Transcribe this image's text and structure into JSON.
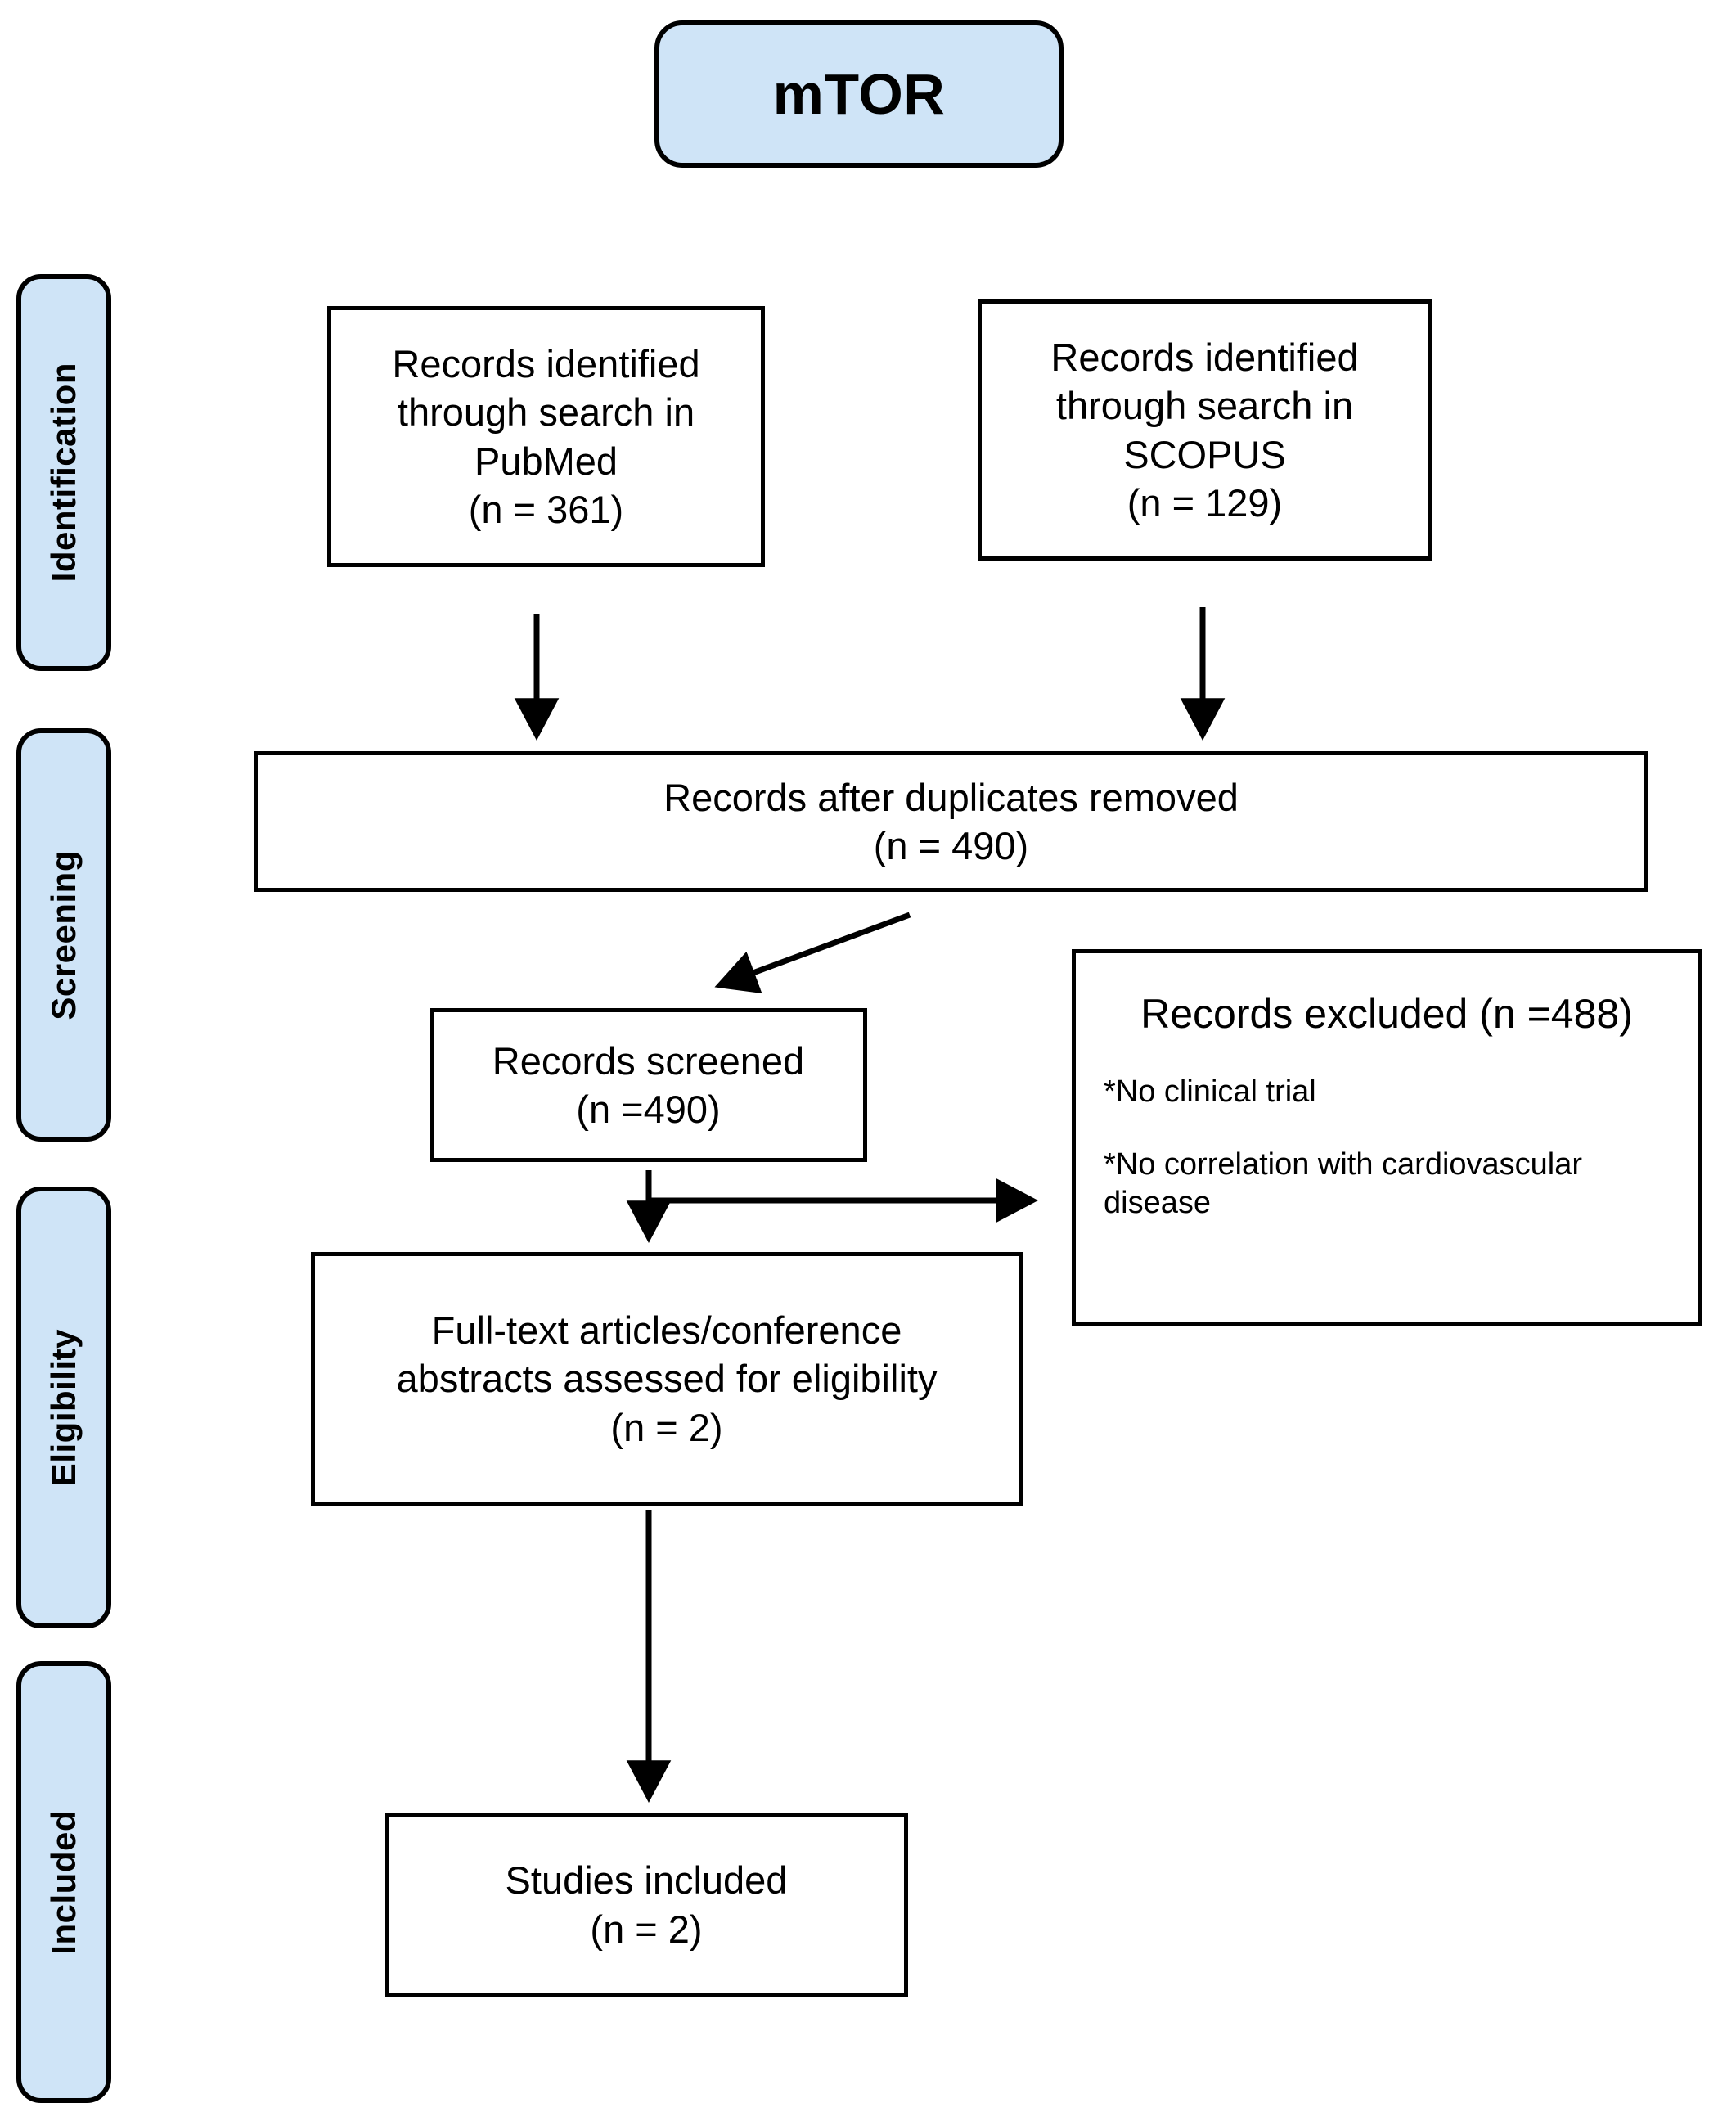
{
  "title": {
    "label": "mTOR"
  },
  "stages": [
    {
      "name": "identification",
      "label": "Identification"
    },
    {
      "name": "screening",
      "label": "Screening"
    },
    {
      "name": "eligibility",
      "label": "Eligibility"
    },
    {
      "name": "included",
      "label": "Included"
    }
  ],
  "boxes": {
    "pubmed": {
      "text": "Records identified\nthrough search in\nPubMed\n(n =  361)"
    },
    "scopus": {
      "text": "Records identified\nthrough search in\nSCOPUS\n(n =  129)"
    },
    "duplicates": {
      "text": "Records after duplicates removed\n(n = 490)"
    },
    "screened": {
      "text": "Records screened\n(n =490)"
    },
    "excluded": {
      "title": "Records excluded (n =488)",
      "items": [
        "*No clinical trial",
        "*No correlation with cardiovascular disease"
      ]
    },
    "fulltext": {
      "text": "Full-text articles/conference\nabstracts assessed for eligibility\n(n = 2)"
    },
    "studies": {
      "text": "Studies included\n(n = 2)"
    }
  },
  "colors": {
    "stage_fill": "#cfe4f7",
    "border": "#000000",
    "box_fill": "#ffffff"
  },
  "chart_data": {
    "type": "diagram",
    "title": "mTOR",
    "diagram_kind": "PRISMA flow diagram",
    "stages": [
      "Identification",
      "Screening",
      "Eligibility",
      "Included"
    ],
    "nodes": [
      {
        "id": "pubmed",
        "stage": "Identification",
        "label": "Records identified through search in PubMed",
        "n": 361
      },
      {
        "id": "scopus",
        "stage": "Identification",
        "label": "Records identified through search in SCOPUS",
        "n": 129
      },
      {
        "id": "duplicates",
        "stage": "Screening",
        "label": "Records after duplicates removed",
        "n": 490
      },
      {
        "id": "screened",
        "stage": "Screening",
        "label": "Records screened",
        "n": 490
      },
      {
        "id": "excluded",
        "stage": "Screening",
        "label": "Records excluded",
        "n": 488,
        "reasons": [
          "*No clinical trial",
          "*No correlation with cardiovascular disease"
        ]
      },
      {
        "id": "fulltext",
        "stage": "Eligibility",
        "label": "Full-text articles/conference abstracts assessed for eligibility",
        "n": 2
      },
      {
        "id": "studies",
        "stage": "Included",
        "label": "Studies included",
        "n": 2
      }
    ],
    "edges": [
      {
        "from": "pubmed",
        "to": "duplicates"
      },
      {
        "from": "scopus",
        "to": "duplicates"
      },
      {
        "from": "duplicates",
        "to": "screened"
      },
      {
        "from": "screened",
        "to": "excluded"
      },
      {
        "from": "screened",
        "to": "fulltext"
      },
      {
        "from": "fulltext",
        "to": "studies"
      }
    ]
  }
}
